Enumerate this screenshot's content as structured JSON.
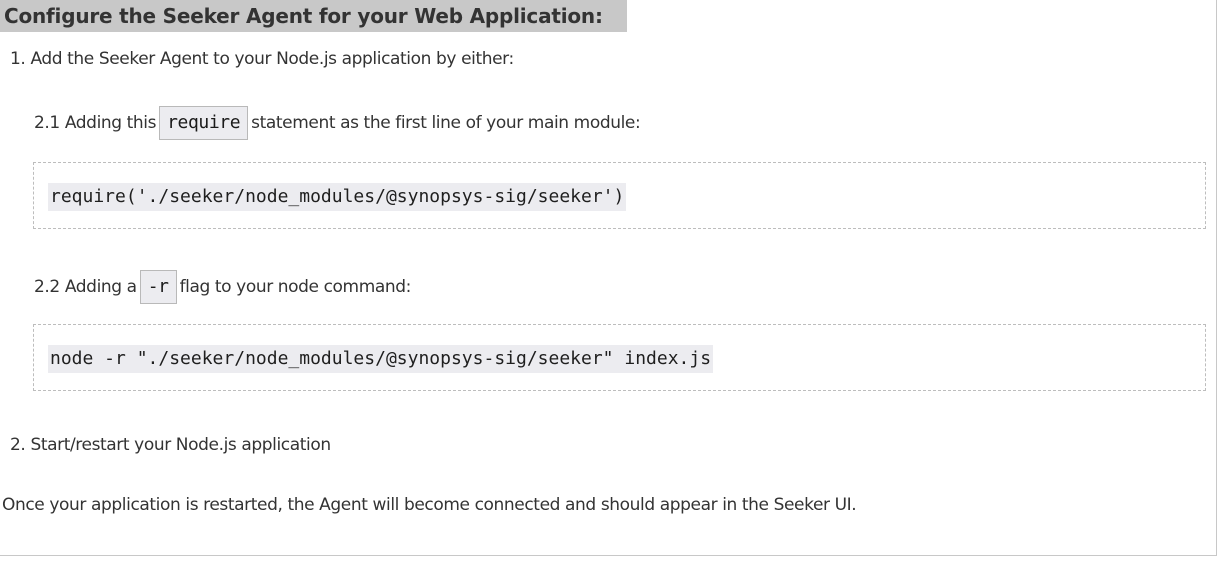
{
  "header": {
    "title": "Configure the Seeker Agent for your Web Application:"
  },
  "steps": [
    {
      "number": "1.",
      "text": "Add the Seeker Agent to your Node.js application by either:",
      "substeps": [
        {
          "number": "2.1",
          "prefix": "Adding this",
          "inline_code": "require",
          "suffix": "statement as the first line of your main module:",
          "code": "require('./seeker/node_modules/@synopsys-sig/seeker')"
        },
        {
          "number": "2.2",
          "prefix": "Adding a",
          "inline_code": "-r",
          "suffix": "flag to your node command:",
          "code": "node -r \"./seeker/node_modules/@synopsys-sig/seeker\" index.js"
        }
      ]
    },
    {
      "number": "2.",
      "text": "Start/restart your Node.js application"
    }
  ],
  "footer_note": "Once your application is restarted, the Agent will become connected and should appear in the Seeker UI.",
  "colors": {
    "title_background": "#c8c8c8",
    "code_background": "#ececf0",
    "dashed_border": "#bdbdbd",
    "text": "#333333"
  }
}
